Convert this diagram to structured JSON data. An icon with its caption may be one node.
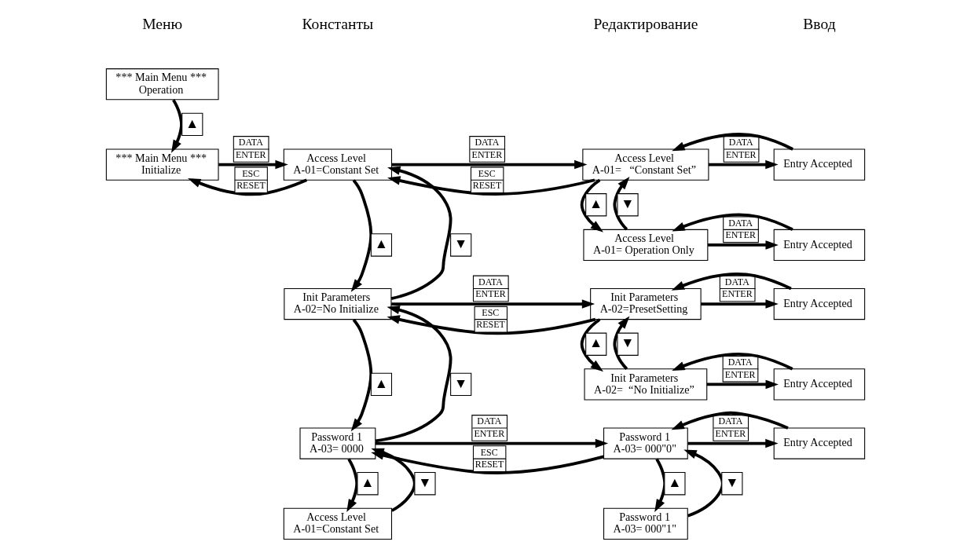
{
  "diagram": {
    "nodes": [
      {
        "text": [
          "*** Main Menu ***",
          "Operation"
        ]
      },
      {
        "text": [
          "*** Main Menu ***",
          "Initialize"
        ]
      },
      {
        "text": [
          "Access Level",
          "A-01=Constant Set"
        ]
      },
      {
        "text": [
          "Access Level",
          "A-01=   “Constant Set”"
        ]
      },
      {
        "text": [
          "Entry Accepted"
        ]
      },
      {
        "text": [
          "Access Level",
          "A-01= Operation Only"
        ]
      },
      {
        "text": [
          "Entry Accepted"
        ]
      },
      {
        "text": [
          "Init Parameters",
          "A-02=No Initialize"
        ]
      },
      {
        "text": [
          "Init Parameters",
          "A-02=PresetSetting"
        ]
      },
      {
        "text": [
          "Entry Accepted"
        ]
      },
      {
        "text": [
          "Init Parameters",
          "A-02=  “No Initialize”"
        ]
      },
      {
        "text": [
          "Entry Accepted"
        ]
      },
      {
        "text": [
          "Password 1",
          "A-03= 0000"
        ]
      },
      {
        "text": [
          "Password 1",
          "A-03= 000\"0\""
        ]
      },
      {
        "text": [
          "Entry Accepted"
        ]
      },
      {
        "text": [
          "Access Level",
          "A-01=Constant Set"
        ]
      },
      {
        "text": [
          "Password 1",
          "A-03= 000\"1\""
        ]
      }
    ],
    "edges": [
      {
        "from": 0,
        "to": 1,
        "arrow": "to",
        "label": "▲"
      },
      {
        "from": 1,
        "to": 2,
        "arrow": "to",
        "label": "DATA ENTER"
      },
      {
        "from": 2,
        "to": 1,
        "arrow": "to",
        "label": "ESC RESET"
      },
      {
        "from": 2,
        "to": 3,
        "arrow": "to",
        "label": "DATA ENTER"
      },
      {
        "from": 3,
        "to": 2,
        "arrow": "to",
        "label": "ESC RESET"
      },
      {
        "from": 3,
        "to": 4,
        "arrow": "to",
        "label": "DATA ENTER"
      },
      {
        "from": 4,
        "to": 3,
        "arrow": "to"
      },
      {
        "from": 5,
        "to": 3,
        "arrow": "to",
        "label": "▼"
      },
      {
        "from": 3,
        "to": 5,
        "arrow": "to",
        "label": "▲"
      },
      {
        "from": 5,
        "to": 6,
        "arrow": "to",
        "label": "DATA ENTER"
      },
      {
        "from": 6,
        "to": 5,
        "arrow": "to"
      },
      {
        "from": 7,
        "to": 2,
        "arrow": "to",
        "label": "▼"
      },
      {
        "from": 2,
        "to": 7,
        "arrow": "to",
        "label": "▲"
      },
      {
        "from": 7,
        "to": 8,
        "arrow": "to",
        "label": "DATA ENTER"
      },
      {
        "from": 8,
        "to": 7,
        "arrow": "to",
        "label": "ESC RESET"
      },
      {
        "from": 8,
        "to": 9,
        "arrow": "to",
        "label": "DATA ENTER"
      },
      {
        "from": 9,
        "to": 8,
        "arrow": "to"
      },
      {
        "from": 10,
        "to": 8,
        "arrow": "to",
        "label": "▼"
      },
      {
        "from": 8,
        "to": 10,
        "arrow": "to",
        "label": "▲"
      },
      {
        "from": 10,
        "to": 11,
        "arrow": "to",
        "label": "DATA ENTER"
      },
      {
        "from": 11,
        "to": 10,
        "arrow": "to"
      },
      {
        "from": 12,
        "to": 7,
        "arrow": "to",
        "label": "▼"
      },
      {
        "from": 7,
        "to": 12,
        "arrow": "to",
        "label": "▲"
      },
      {
        "from": 12,
        "to": 13,
        "arrow": "to",
        "label": "DATA ENTER"
      },
      {
        "from": 13,
        "to": 12,
        "arrow": "to",
        "label": "ESC RESET"
      },
      {
        "from": 13,
        "to": 14,
        "arrow": "to",
        "label": "DATA ENTER"
      },
      {
        "from": 14,
        "to": 13,
        "arrow": "to"
      },
      {
        "from": 15,
        "to": 12,
        "arrow": "to",
        "label": "▼"
      },
      {
        "from": 12,
        "to": 15,
        "arrow": "to",
        "label": "▲"
      },
      {
        "from": 16,
        "to": 13,
        "arrow": "to",
        "label": "▼"
      },
      {
        "from": 13,
        "to": 16,
        "arrow": "to",
        "label": "▲"
      }
    ],
    "labels": [
      "Меню",
      "Константы",
      "Редактирование",
      "Ввод"
    ]
  }
}
